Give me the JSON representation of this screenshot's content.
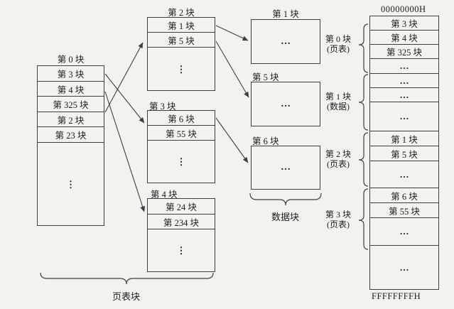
{
  "colors": {
    "background": "#f4f2ee",
    "line": "#3f3f3f",
    "text": "#1c1c1c"
  },
  "outer_table": {
    "title": "第 0 块",
    "rows": [
      "第 3 块",
      "第 4 块",
      "第 325 块",
      "第 2 块",
      "第 23 块"
    ],
    "ellipsis": "⋮"
  },
  "page_tables": [
    {
      "title": "第 2 块",
      "rows": [
        "第 1 块",
        "第 5 块"
      ],
      "ellipsis": "⋮"
    },
    {
      "title": "第 3 块",
      "rows": [
        "第 6 块",
        "第 55 块"
      ],
      "ellipsis": "⋮"
    },
    {
      "title": "第 4 块",
      "rows": [
        "第 24 块",
        "第 234 块"
      ],
      "ellipsis": "⋮"
    }
  ],
  "data_blocks": [
    {
      "title": "第 1 块",
      "content": "…"
    },
    {
      "title": "第 5 块",
      "content": "…"
    },
    {
      "title": "第 6 块",
      "content": "…"
    }
  ],
  "group_labels": {
    "page_table_blocks": "页表块",
    "data_blocks": "数据块"
  },
  "memory": {
    "top_address": "00000000H",
    "bottom_address": "FFFFFFFFH",
    "rows": [
      "第 3 块",
      "第 4 块",
      "第 325 块",
      "…",
      "…",
      "…",
      "…",
      "第 1 块",
      "第 5 块",
      "…",
      "第 6 块",
      "第 55 块",
      "…",
      "…"
    ],
    "regions": [
      {
        "name": "第 0 块",
        "type": "(页表)"
      },
      {
        "name": "第 1 块",
        "type": "(数据)"
      },
      {
        "name": "第 2 块",
        "type": "(页表)"
      },
      {
        "name": "第 3 块",
        "type": "(页表)"
      }
    ]
  }
}
